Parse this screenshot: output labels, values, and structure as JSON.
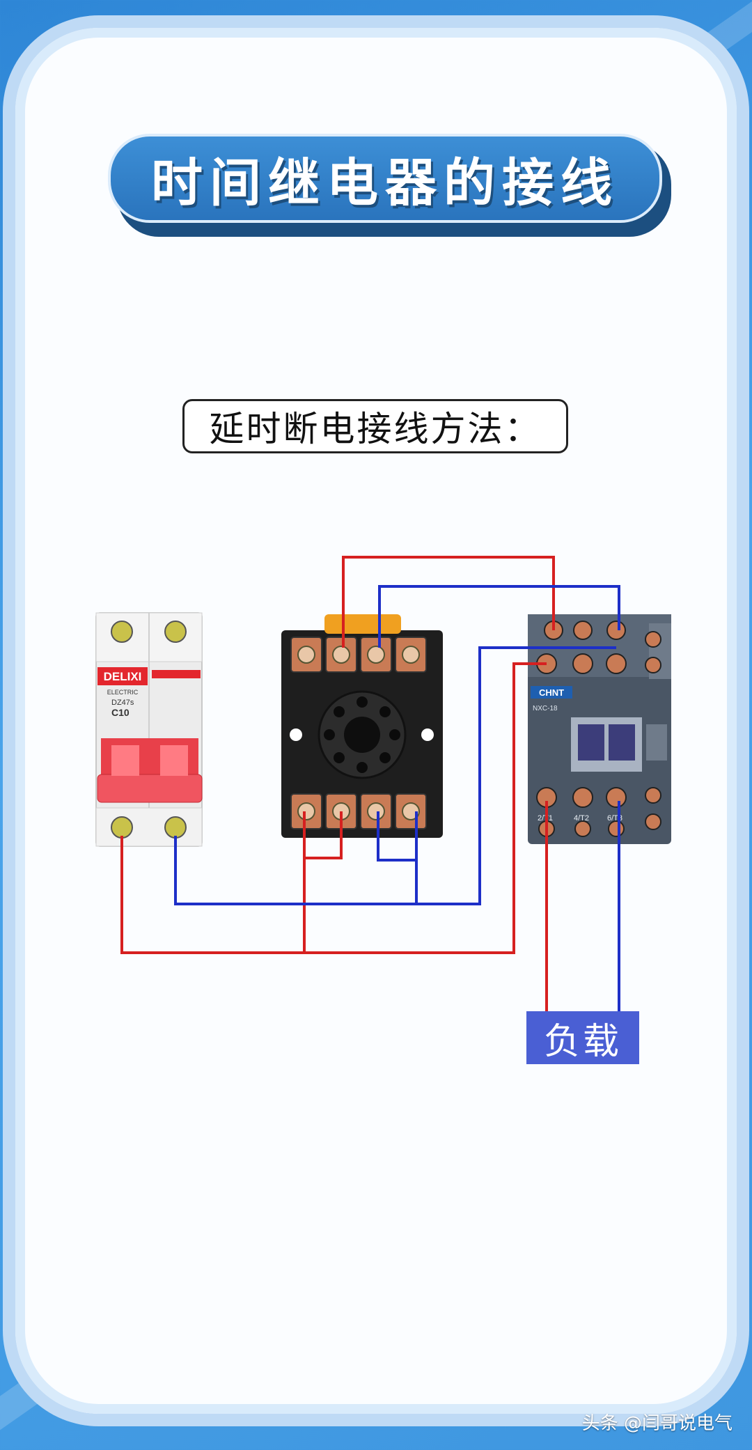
{
  "title": "时间继电器的接线",
  "subtitle": "延时断电接线方法：",
  "breaker": {
    "brand": "DELIXI",
    "brand_sub": "ELECTRIC",
    "model": "DZ47s",
    "rating": "C10"
  },
  "contactor": {
    "brand": "CHNT",
    "model": "NXC-18",
    "terminal_labels": [
      "2/T1",
      "4/T2",
      "6/T3"
    ]
  },
  "load_label": "负载",
  "watermark": "头条 @闫哥说电气",
  "colors": {
    "live_wire": "#d62020",
    "neutral_wire": "#1d2fc8",
    "accent": "#2a74bd"
  }
}
